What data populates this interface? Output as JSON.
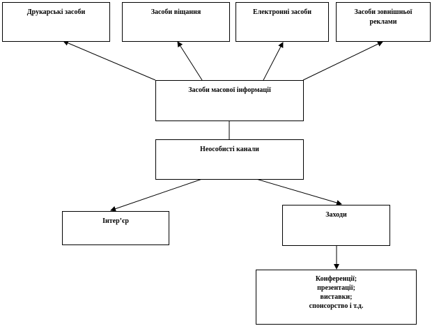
{
  "diagram": {
    "nodes": {
      "print_media": {
        "lines": [
          "Друкарські  засоби"
        ]
      },
      "broadcast_media": {
        "lines": [
          "Засоби  віщання"
        ]
      },
      "electronic_media": {
        "lines": [
          "Електронні  засоби"
        ]
      },
      "outdoor_advertising": {
        "lines": [
          "Засоби  зовнішньої",
          "реклами"
        ]
      },
      "mass_media": {
        "lines": [
          "Засоби  масової  інформації"
        ]
      },
      "impersonal_channels": {
        "lines": [
          "Неособисті  канали"
        ]
      },
      "interior": {
        "lines": [
          "Інтер’єр"
        ]
      },
      "events": {
        "lines": [
          "Заходи"
        ]
      },
      "event_types": {
        "lines": [
          "Конференції;",
          "презентації;",
          "виставки;",
          "спонсорство   і т.д."
        ]
      }
    },
    "edges": [
      {
        "from": "mass_media",
        "to": "print_media",
        "arrow": true
      },
      {
        "from": "mass_media",
        "to": "broadcast_media",
        "arrow": true
      },
      {
        "from": "mass_media",
        "to": "electronic_media",
        "arrow": true
      },
      {
        "from": "mass_media",
        "to": "outdoor_advertising",
        "arrow": true
      },
      {
        "from": "mass_media",
        "to": "impersonal_channels",
        "arrow": false
      },
      {
        "from": "impersonal_channels",
        "to": "interior",
        "arrow": true
      },
      {
        "from": "impersonal_channels",
        "to": "events",
        "arrow": true
      },
      {
        "from": "events",
        "to": "event_types",
        "arrow": true
      }
    ],
    "line_color": "#000000"
  }
}
